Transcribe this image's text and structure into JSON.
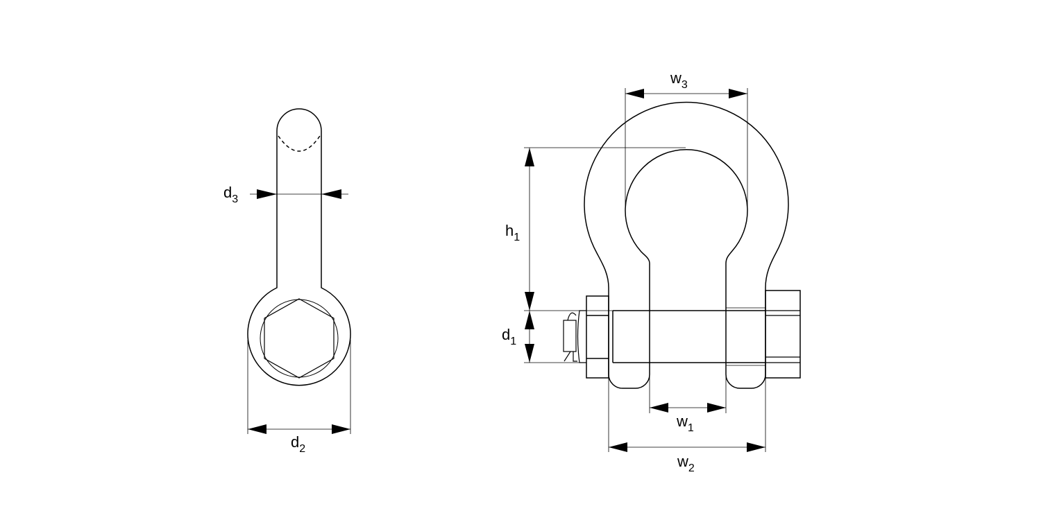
{
  "drawing": {
    "side_view": {
      "dimensions": [
        {
          "id": "d3",
          "base": "d",
          "sub": "3"
        },
        {
          "id": "d2",
          "base": "d",
          "sub": "2"
        }
      ]
    },
    "front_view": {
      "dimensions": [
        {
          "id": "w3",
          "base": "w",
          "sub": "3"
        },
        {
          "id": "h1",
          "base": "h",
          "sub": "1"
        },
        {
          "id": "d1",
          "base": "d",
          "sub": "1"
        },
        {
          "id": "w1",
          "base": "w",
          "sub": "1"
        },
        {
          "id": "w2",
          "base": "w",
          "sub": "2"
        }
      ]
    },
    "line_color": "#000000",
    "background": "#ffffff"
  }
}
